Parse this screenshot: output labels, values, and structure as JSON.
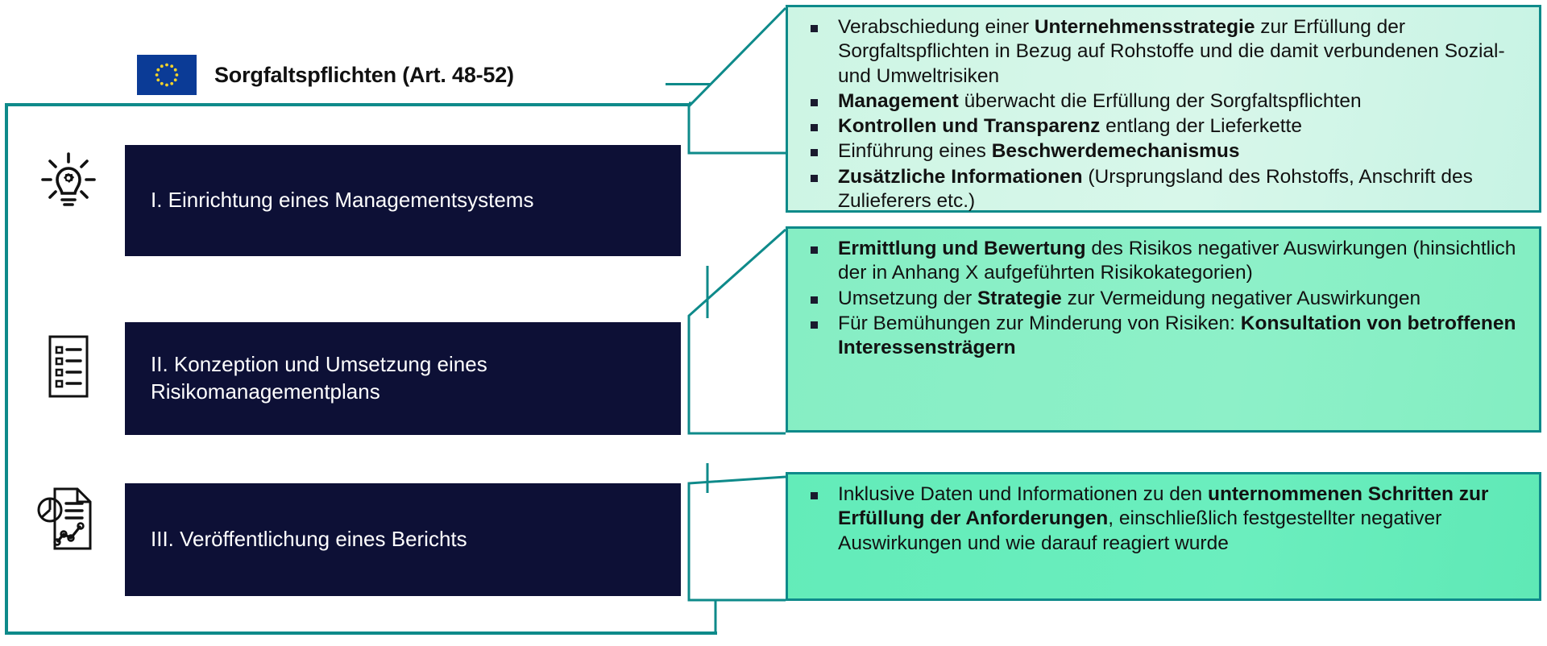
{
  "header": {
    "title": "Sorgfaltspflichten (Art. 48-52)",
    "flag_icon": "eu-flag-icon",
    "flag_label": "Europäische Union"
  },
  "colors": {
    "teal": "#0e8a8a",
    "dark_navy": "#0d1036",
    "callout_1": "#d2f6e7",
    "callout_2": "#89efc6",
    "callout_3": "#63ecb9",
    "flag_blue": "#0b3b96",
    "flag_star": "#f5d32a"
  },
  "steps": [
    {
      "id": "step-1",
      "icon": "lightbulb-gear-icon",
      "label": "I. Einrichtung eines Managementsystems"
    },
    {
      "id": "step-2",
      "icon": "checklist-icon",
      "label": "II. Konzeption und Umsetzung eines Risikomanagementplans"
    },
    {
      "id": "step-3",
      "icon": "report-chart-icon",
      "label": "III. Veröffentlichung eines Berichts"
    }
  ],
  "callouts": [
    {
      "id": "callout-1",
      "bullets": [
        [
          {
            "t": "Verabschiedung einer ",
            "b": false
          },
          {
            "t": "Unternehmensstrategie",
            "b": true
          },
          {
            "t": " zur Erfüllung der  Sorgfaltspflichten in Bezug auf Rohstoffe und die damit verbundenen Sozial- und Umweltrisiken",
            "b": false
          }
        ],
        [
          {
            "t": "Management",
            "b": true
          },
          {
            "t": " überwacht die Erfüllung der Sorgfaltspflichten",
            "b": false
          }
        ],
        [
          {
            "t": "Kontrollen und Transparenz",
            "b": true
          },
          {
            "t": " entlang der Lieferkette",
            "b": false
          }
        ],
        [
          {
            "t": "Einführung eines ",
            "b": false
          },
          {
            "t": "Beschwerdemechanismus",
            "b": true
          }
        ],
        [
          {
            "t": "Zusätzliche Informationen",
            "b": true
          },
          {
            "t": " (Ursprungsland des Rohstoffs, Anschrift des Zulieferers etc.)",
            "b": false
          }
        ]
      ]
    },
    {
      "id": "callout-2",
      "bullets": [
        [
          {
            "t": "Ermittlung und Bewertung",
            "b": true
          },
          {
            "t": " des Risikos negativer Auswirkungen (hinsichtlich der in Anhang X aufgeführten Risikokategorien)",
            "b": false
          }
        ],
        [
          {
            "t": "Umsetzung der ",
            "b": false
          },
          {
            "t": "Strategie",
            "b": true
          },
          {
            "t": " zur Vermeidung negativer Auswirkungen",
            "b": false
          }
        ],
        [
          {
            "t": "Für Bemühungen zur Minderung von Risiken: ",
            "b": false
          },
          {
            "t": "Konsultation von betroffenen Interessensträgern",
            "b": true
          }
        ]
      ]
    },
    {
      "id": "callout-3",
      "bullets": [
        [
          {
            "t": "Inklusive Daten und Informationen zu den ",
            "b": false
          },
          {
            "t": "unternommenen Schritten zur Erfüllung der Anforderungen",
            "b": true
          },
          {
            "t": ", einschließlich festgestellter negativer Auswirkungen  und wie darauf reagiert wurde",
            "b": false
          }
        ]
      ]
    }
  ]
}
